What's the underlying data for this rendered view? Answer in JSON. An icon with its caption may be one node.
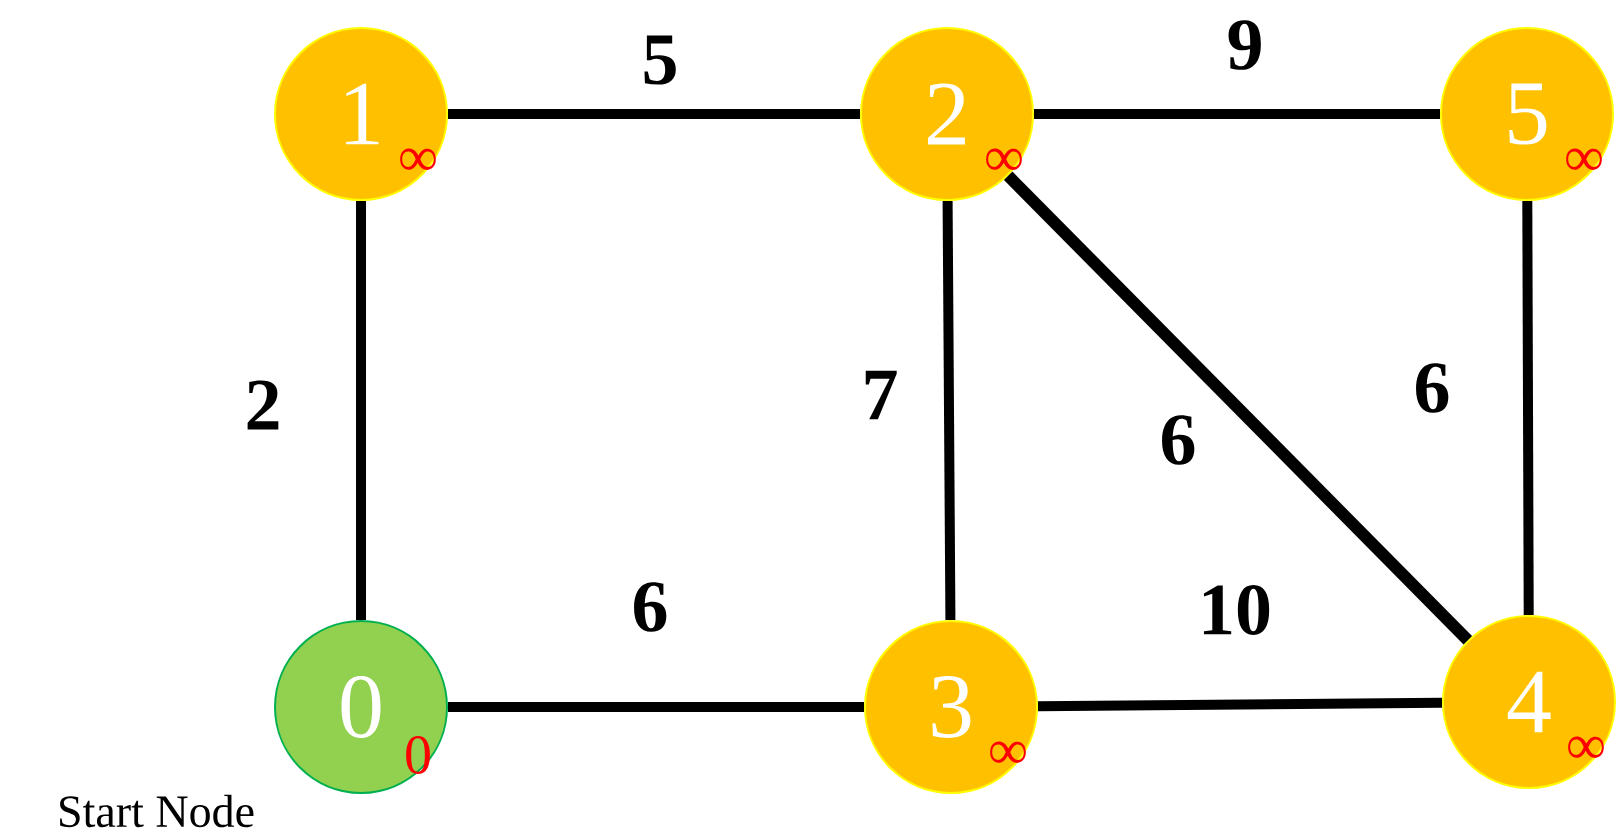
{
  "diagram": {
    "nodes": [
      {
        "text": [
          "1",
          "∞"
        ]
      },
      {
        "text": [
          "2",
          "∞"
        ]
      },
      {
        "text": [
          "5",
          "∞"
        ]
      },
      {
        "text": [
          "0",
          "0"
        ],
        "beside": [
          "Start Node"
        ]
      },
      {
        "text": [
          "3",
          "∞"
        ]
      },
      {
        "text": [
          "4",
          "∞"
        ]
      }
    ],
    "edges": [
      {
        "from": 0,
        "to": 1,
        "arrow": "none",
        "label": "5"
      },
      {
        "from": 1,
        "to": 2,
        "arrow": "none",
        "label": "9"
      },
      {
        "from": 0,
        "to": 3,
        "arrow": "none",
        "label": "2"
      },
      {
        "from": 1,
        "to": 4,
        "arrow": "none",
        "label": "7"
      },
      {
        "from": 1,
        "to": 5,
        "arrow": "none",
        "label": "6"
      },
      {
        "from": 2,
        "to": 5,
        "arrow": "none",
        "label": "6"
      },
      {
        "from": 3,
        "to": 4,
        "arrow": "none",
        "label": "6"
      },
      {
        "from": 4,
        "to": 5,
        "arrow": "none",
        "label": "10"
      }
    ]
  }
}
